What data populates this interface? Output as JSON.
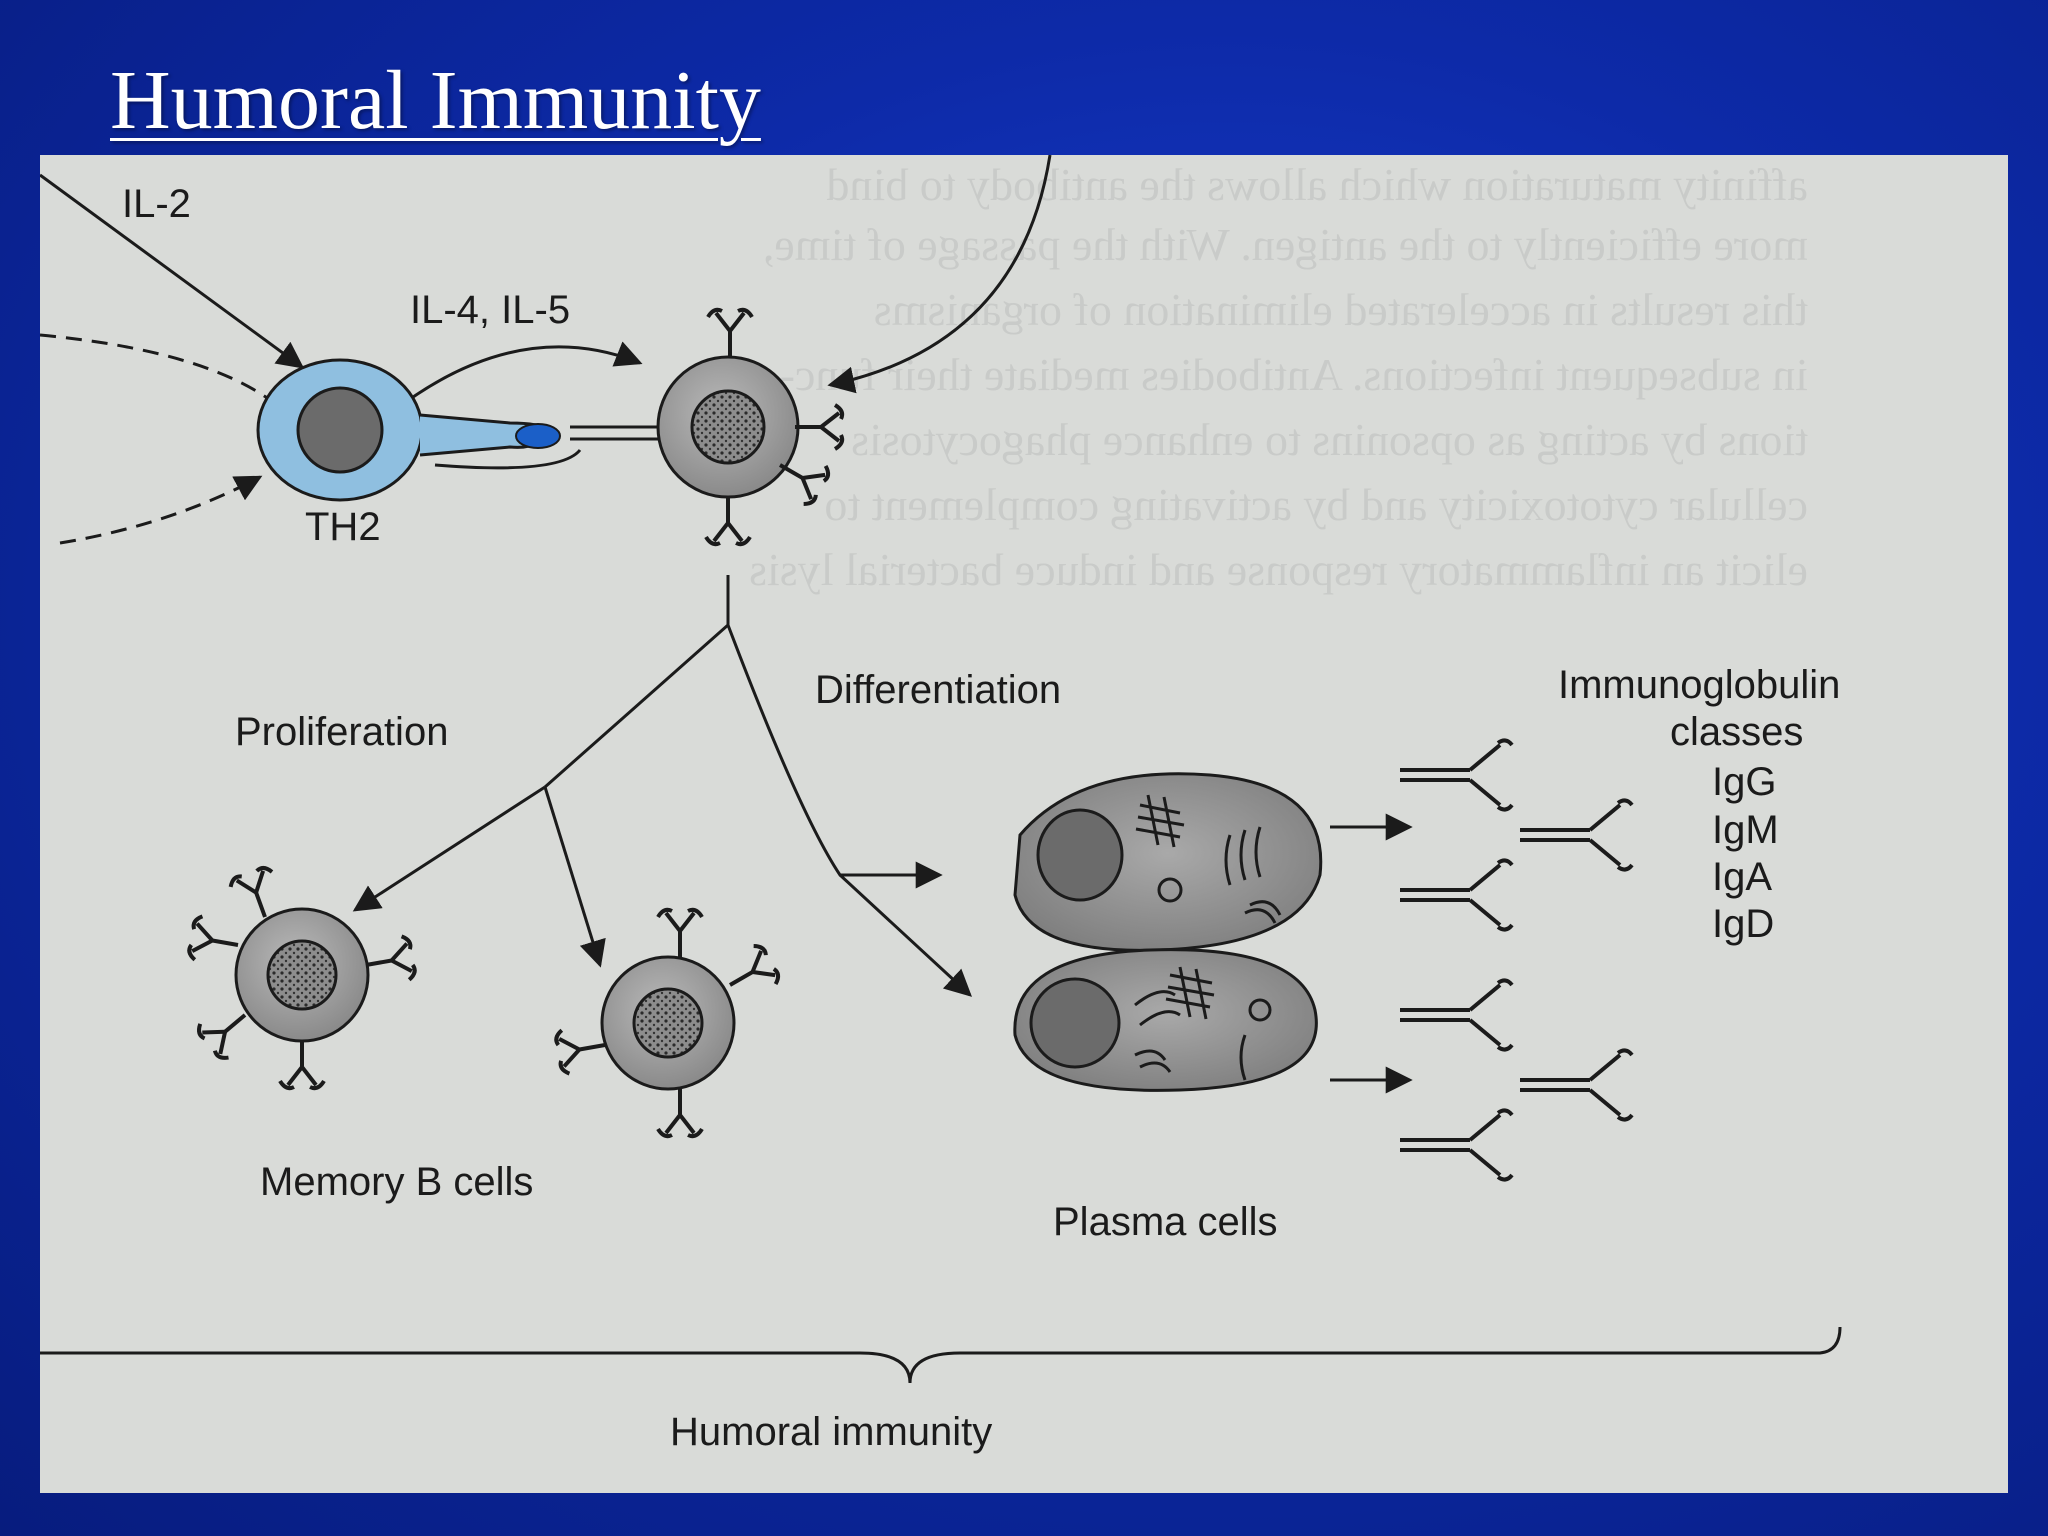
{
  "slide": {
    "title": "Humoral Immunity"
  },
  "diagram": {
    "cytokine_il2": "IL-2",
    "cytokine_il4_il5": "IL-4, IL-5",
    "th2_cell": "TH2",
    "proliferation": "Proliferation",
    "differentiation": "Differentiation",
    "memory_b_cells": "Memory B cells",
    "plasma_cells": "Plasma cells",
    "ig_title_1": "Immunoglobulin",
    "ig_title_2": "classes",
    "ig_classes": [
      "IgG",
      "IgM",
      "IgA",
      "IgD"
    ],
    "humoral_immunity": "Humoral immunity"
  },
  "colors": {
    "background": "#0d2aa8",
    "panel": "#d9dbd8",
    "th2_cell": "#8fbfe0",
    "b_cell": "#9c9c9c",
    "nucleus": "#6b6b6b"
  }
}
